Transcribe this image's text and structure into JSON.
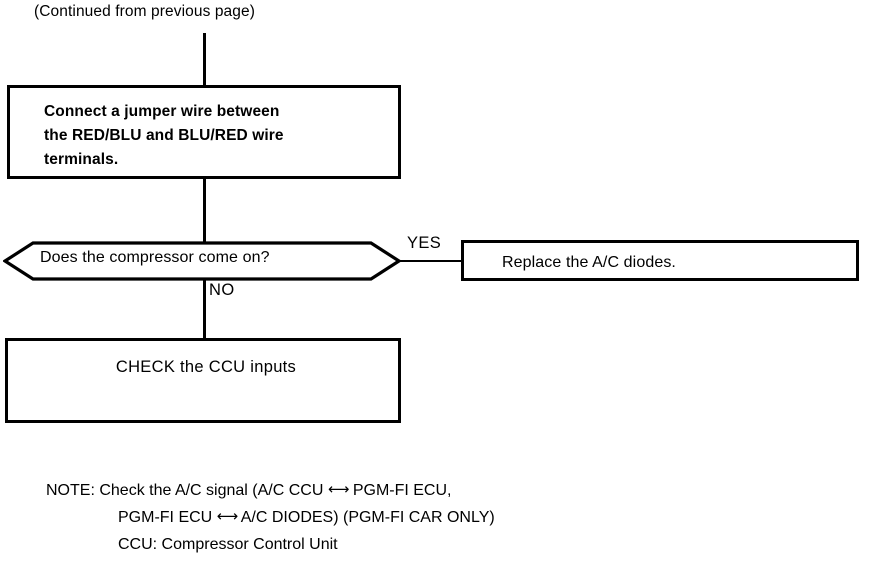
{
  "page": {
    "caption": "(Continued from previous page)"
  },
  "flow": {
    "boxes": [
      {
        "id": "box-jumper",
        "type": "process",
        "text": "Connect a jumper wire between\nthe RED/BLU and BLU/RED wire\nterminals."
      },
      {
        "id": "box-replace",
        "type": "process",
        "text": "Replace the A/C diodes."
      },
      {
        "id": "box-check",
        "type": "process",
        "text": "CHECK the CCU inputs"
      }
    ],
    "decision": {
      "id": "decision",
      "type": "decision-hexagon",
      "text": "Does the compressor come on?"
    },
    "branch_labels": {
      "yes": "YES",
      "no": "NO"
    }
  },
  "note": {
    "line1": "NOTE: Check the A/C signal (A/C CCU ⟷ PGM-FI ECU,",
    "line1_pre": "NOTE: Check the A/C signal (A/C CCU ",
    "line1_arrow": "⟷",
    "line1_post": " PGM-FI ECU,",
    "line2_pre": "PGM-FI ECU ",
    "line2_arrow": "⟷",
    "line2_post": " A/C DIODES) (PGM-FI CAR ONLY)",
    "line3": "CCU: Compressor Control Unit"
  },
  "colors": {
    "ink": "#000000",
    "paper": "#ffffff"
  }
}
